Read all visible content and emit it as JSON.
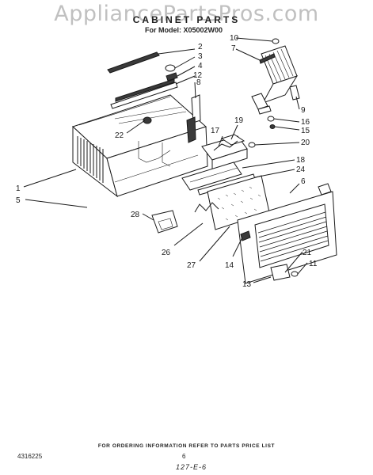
{
  "watermark": "AppliancePartsPros.com",
  "title": "CABINET PARTS",
  "model": "For Model: X05002W00",
  "footer": {
    "ordering_note": "FOR ORDERING INFORMATION REFER TO PARTS PRICE LIST",
    "doc_number": "4316225",
    "page_number": "6",
    "revision_code": "127-E-6"
  },
  "callouts": {
    "c1": "1",
    "c2": "2",
    "c3": "3",
    "c4": "4",
    "c5": "5",
    "c6": "6",
    "c7": "7",
    "c8": "8",
    "c9": "9",
    "c10": "10",
    "c11": "11",
    "c12": "12",
    "c13": "13",
    "c14": "14",
    "c15": "15",
    "c16": "16",
    "c17": "17",
    "c18": "18",
    "c19": "19",
    "c20": "20",
    "c21": "21",
    "c22": "22",
    "c24": "24",
    "c26": "26",
    "c27": "27",
    "c28": "28"
  }
}
